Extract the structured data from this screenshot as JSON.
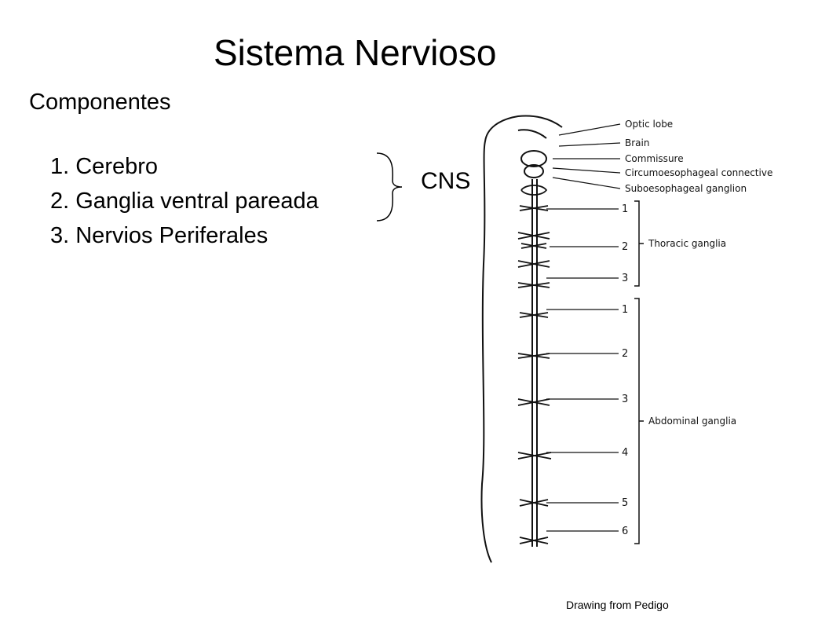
{
  "slide": {
    "title": "Sistema Nervioso",
    "subtitle": "Componentes",
    "items": [
      {
        "label": "1.  Cerebro"
      },
      {
        "label": "2.  Ganglia ventral pareada"
      },
      {
        "label": "3. Nervios Periferales"
      }
    ],
    "group_label": "CNS",
    "credit": "Drawing from Pedigo"
  },
  "figure": {
    "labels": {
      "optic_lobe": "Optic lobe",
      "brain": "Brain",
      "commissure": "Commissure",
      "circumoesophageal": "Circumoesophageal connective",
      "suboesophageal": "Suboesophageal ganglion",
      "thoracic": "Thoracic ganglia",
      "abdominal": "Abdominal ganglia"
    },
    "thoracic_numbers": [
      "1",
      "2",
      "3"
    ],
    "abdominal_numbers": [
      "1",
      "2",
      "3",
      "4",
      "5",
      "6"
    ]
  }
}
